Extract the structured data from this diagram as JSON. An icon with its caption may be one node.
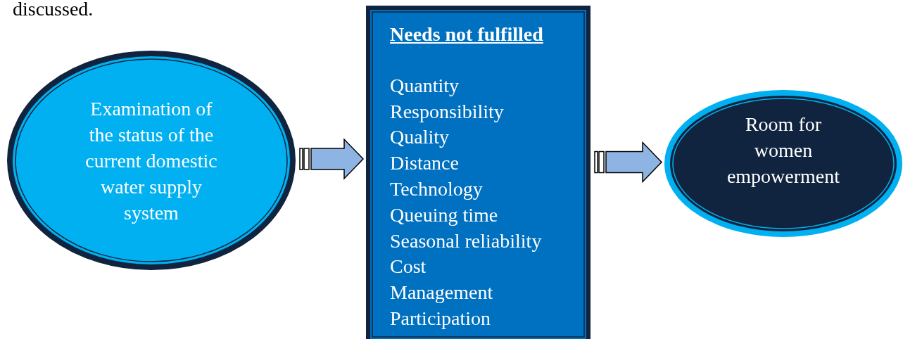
{
  "diagram": {
    "nodes": [
      {
        "text": [
          "Examination of the status of the current domestic water supply system"
        ]
      },
      {
        "text": [
          "Needs not fulfilled",
          "Quantity",
          "Responsibility",
          "Quality",
          "Distance",
          "Technology",
          "Queuing time",
          "Seasonal reliability",
          "Cost",
          "Management",
          "Participation"
        ]
      },
      {
        "text": [
          "Room for women empowerment"
        ]
      }
    ],
    "edges": [
      {
        "from": 0,
        "to": 1,
        "arrow": "to"
      },
      {
        "from": 1,
        "to": 2,
        "arrow": "to"
      }
    ],
    "labels": [
      "discussed."
    ]
  }
}
